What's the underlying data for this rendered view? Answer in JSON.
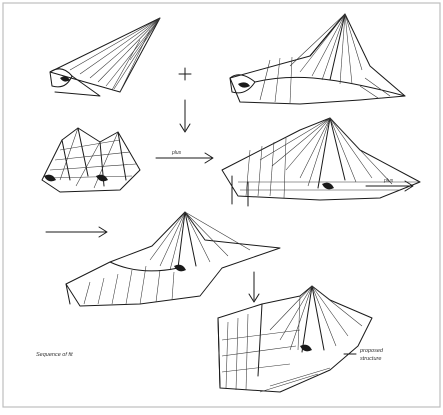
{
  "figure": {
    "border_color": "#bdbdbd",
    "ink_color": "#1a1a1a",
    "background": "#ffffff"
  },
  "labels": {
    "arrow_1": "plus",
    "arrow_2": "plus",
    "caption_left": "Sequence of fit",
    "caption_right_line1": "proposed",
    "caption_right_line2": "structure"
  },
  "icons": {
    "plus": "plus-icon",
    "arrow_down": "arrow-down-icon",
    "arrow_right": "arrow-right-icon"
  }
}
